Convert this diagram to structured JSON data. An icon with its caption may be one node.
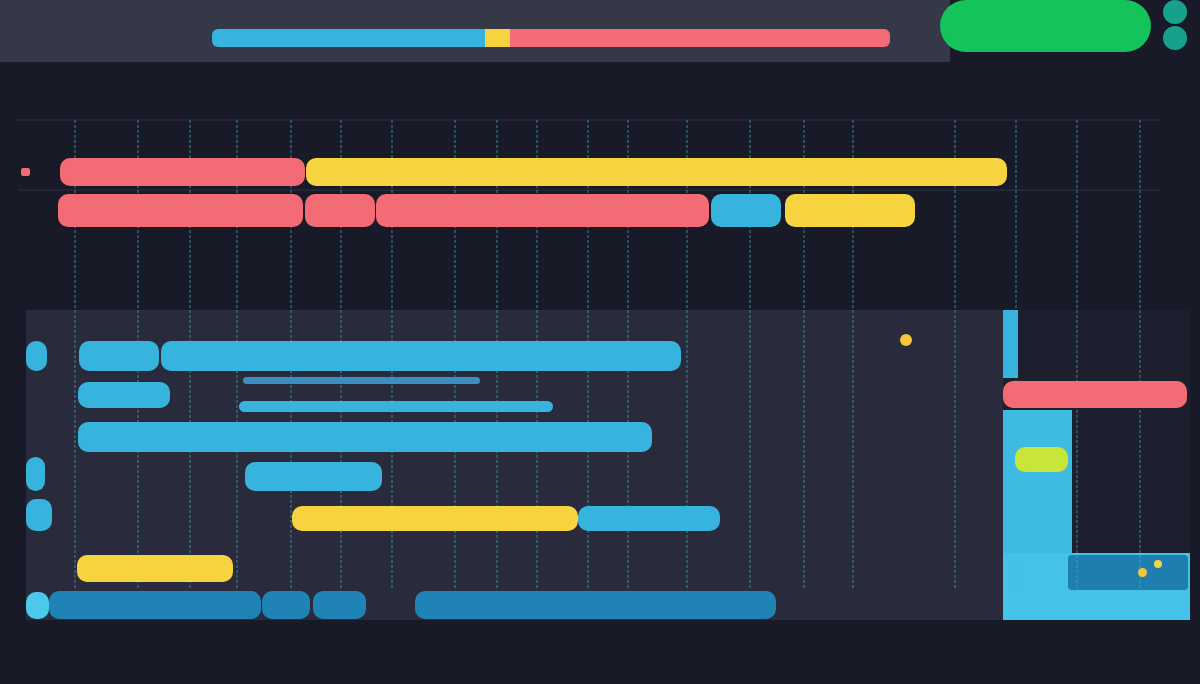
{
  "diagram": {
    "nodes": [
      {
        "text": [],
        "shape": "bar"
      },
      {
        "text": [],
        "shape": "bar"
      },
      {
        "text": [],
        "shape": "bar"
      },
      {
        "text": [],
        "shape": "bar"
      },
      {
        "text": [],
        "shape": "bar"
      },
      {
        "text": [],
        "shape": "bar"
      },
      {
        "text": [],
        "shape": "bar"
      },
      {
        "text": [],
        "shape": "bar"
      },
      {
        "text": [],
        "shape": "bar"
      },
      {
        "text": [],
        "shape": "bar"
      },
      {
        "text": [],
        "shape": "bar"
      },
      {
        "text": [],
        "shape": "bar"
      },
      {
        "text": [],
        "shape": "bar"
      },
      {
        "text": [],
        "shape": "bar"
      },
      {
        "text": [],
        "shape": "bar"
      },
      {
        "text": [],
        "shape": "bar"
      },
      {
        "text": [],
        "shape": "bar"
      },
      {
        "text": [],
        "shape": "bar"
      },
      {
        "text": [],
        "shape": "bar"
      },
      {
        "text": [],
        "shape": "bar"
      },
      {
        "text": [],
        "shape": "bar"
      },
      {
        "text": [],
        "shape": "bar"
      },
      {
        "text": [],
        "shape": "bar"
      },
      {
        "text": [],
        "shape": "bar"
      },
      {
        "text": [],
        "shape": "bar"
      },
      {
        "text": [],
        "shape": "bar"
      },
      {
        "text": [],
        "shape": "bar"
      },
      {
        "text": [],
        "shape": "bar"
      }
    ]
  }
}
